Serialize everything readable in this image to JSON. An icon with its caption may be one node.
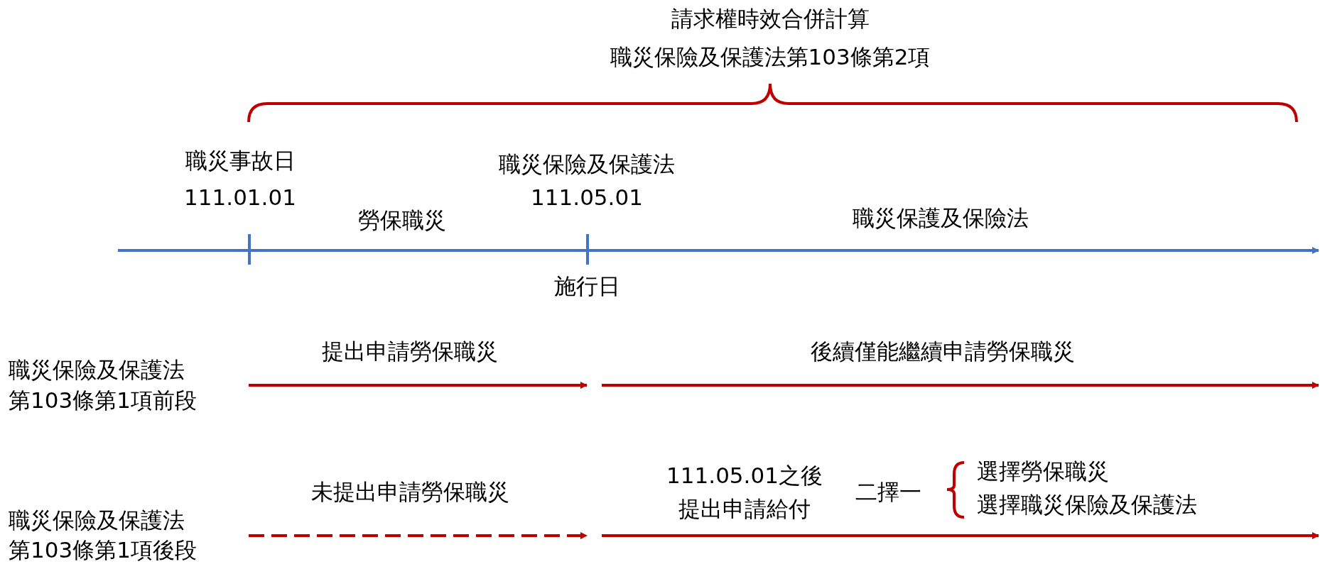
{
  "diagram": {
    "labels": [
      "請求權時效合併計算",
      "職災保險及保護法第103條第2項",
      "職災事故日",
      "111.01.01",
      "職災保險及保護法",
      "111.05.01",
      "勞保職災",
      "職災保護及保險法",
      "施行日",
      "職災保險及保護法",
      "第103條第1項前段",
      "提出申請勞保職災",
      "後續僅能繼續申請勞保職災",
      "職災保險及保護法",
      "第103條第1項後段",
      "未提出申請勞保職災",
      "111.05.01之後",
      "提出申請給付",
      "二擇一",
      "選擇勞保職災",
      "選擇職災保險及保護法"
    ]
  }
}
